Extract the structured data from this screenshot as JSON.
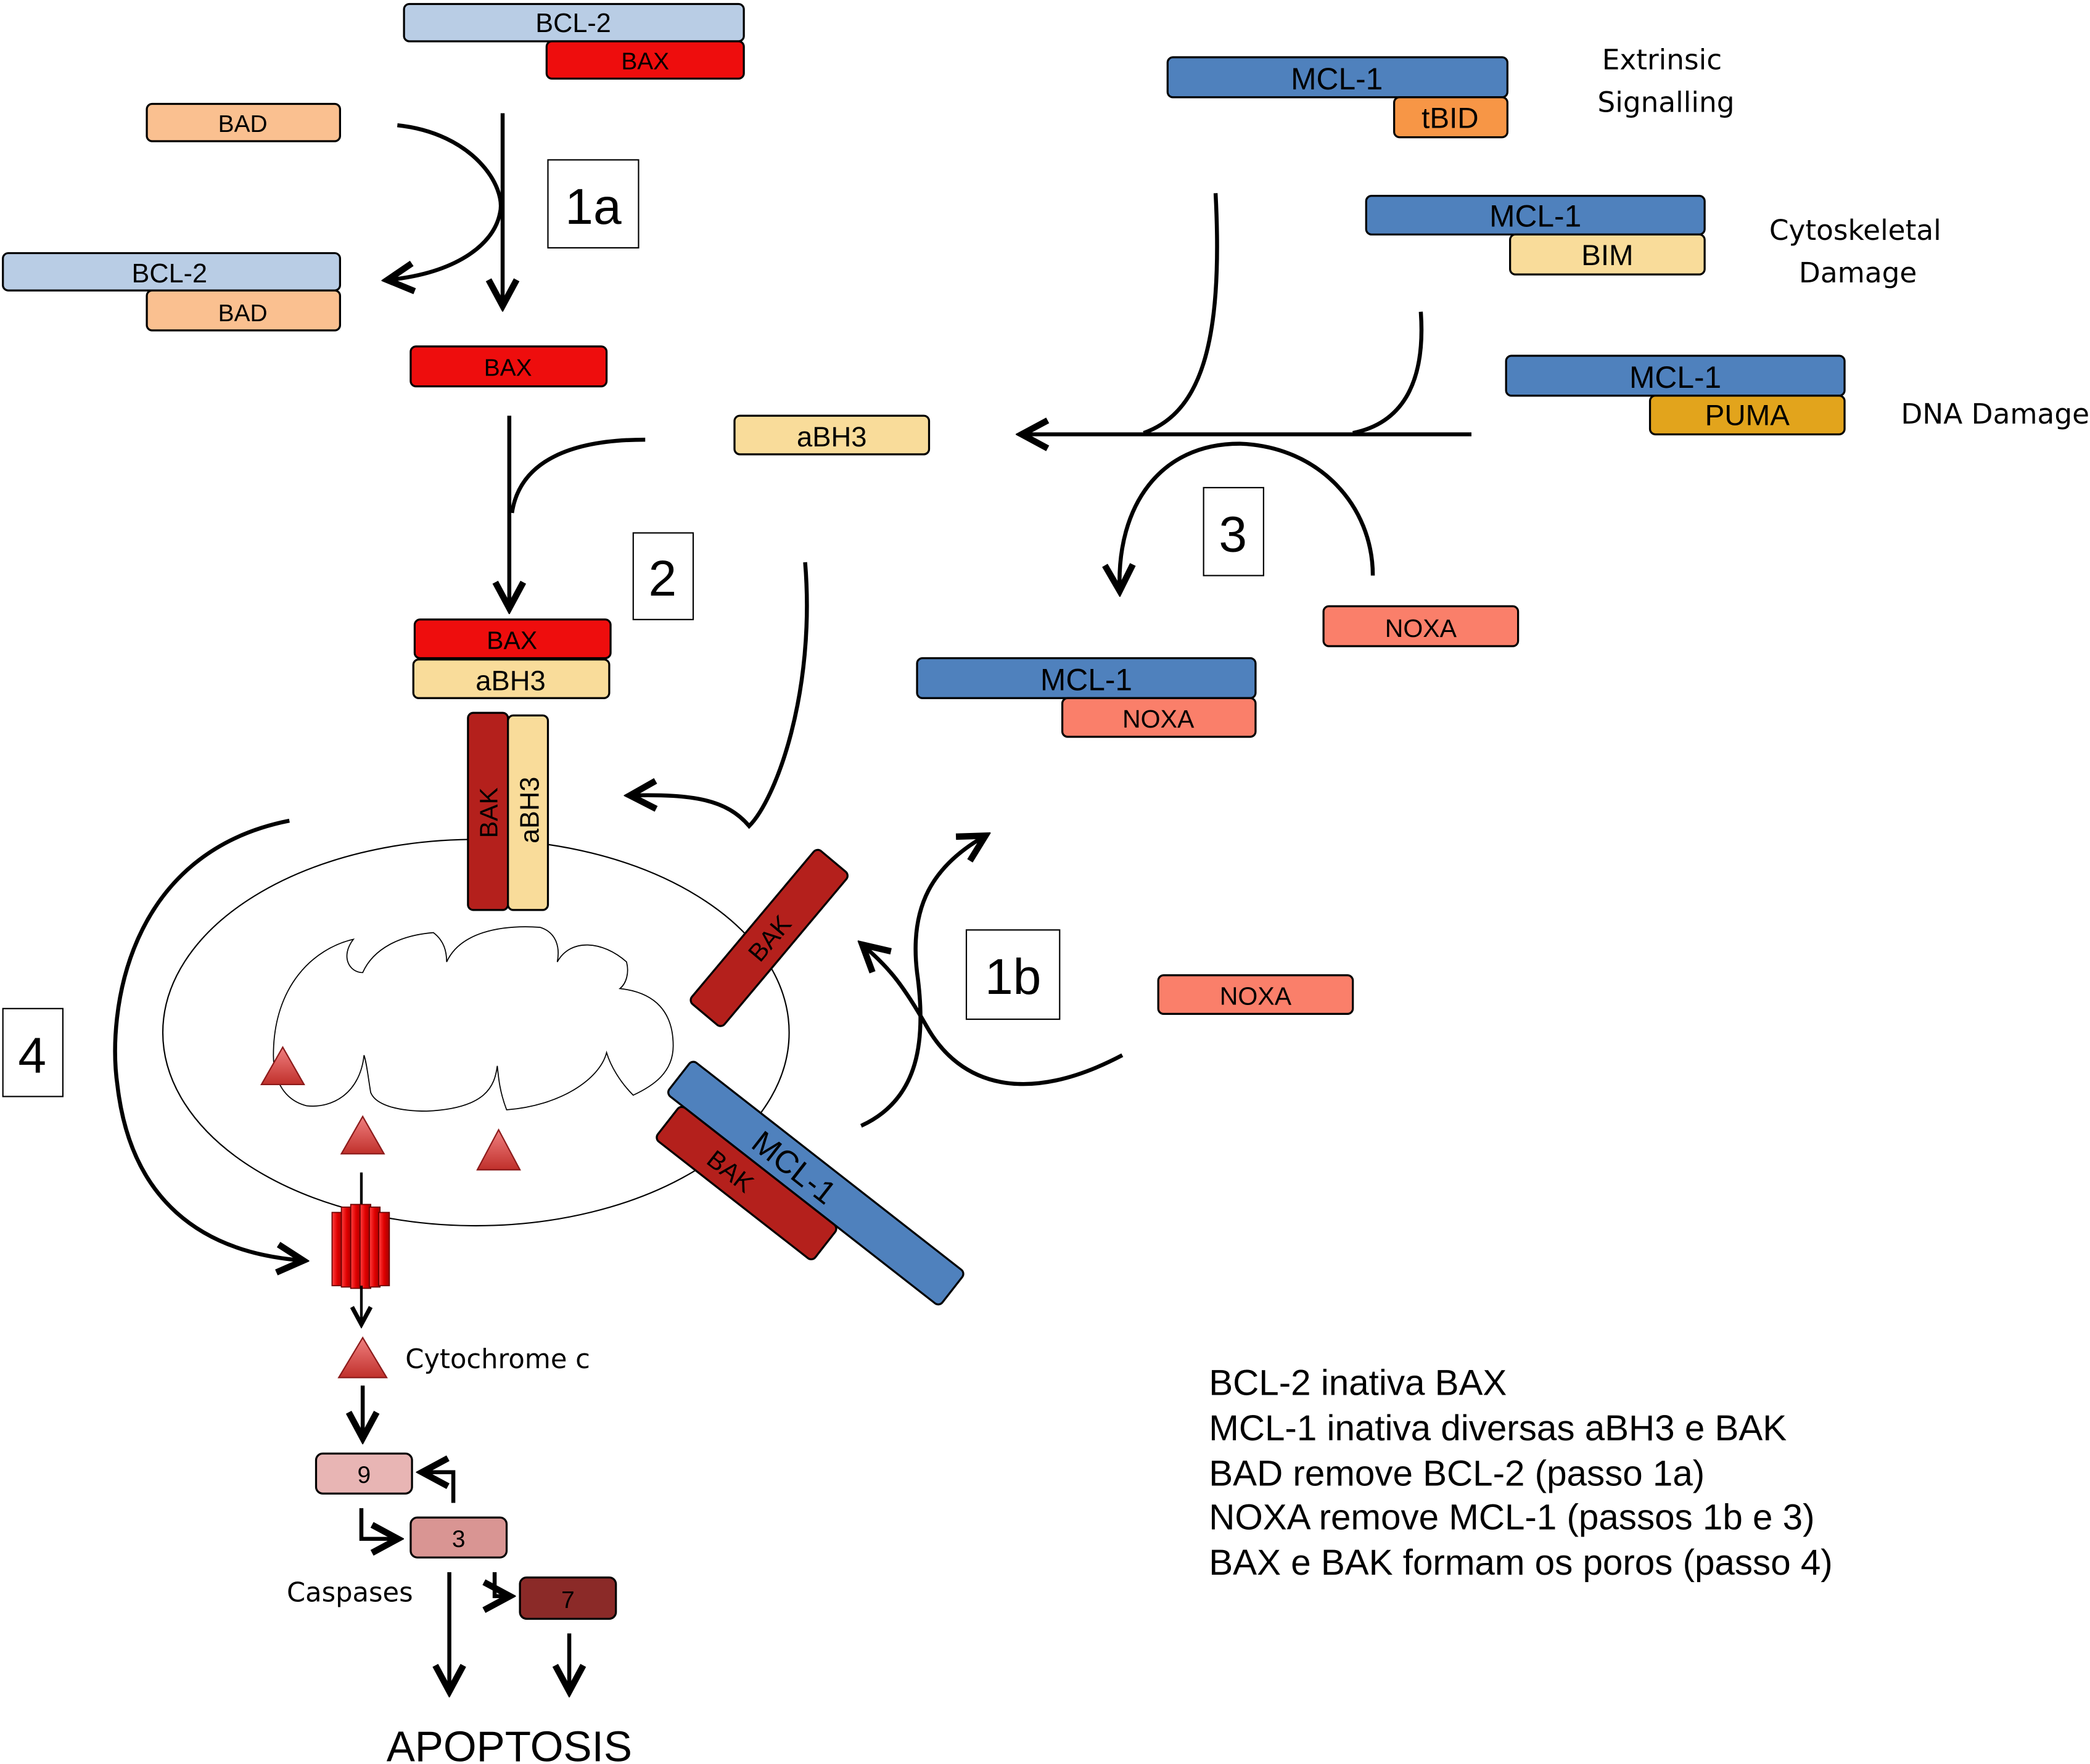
{
  "colors": {
    "bcl2": "#b9cde5",
    "bax": "#ee0d0d",
    "bad": "#fac090",
    "mcl1": "#4f81bd",
    "tbid": "#f79646",
    "bim": "#f9dc9a",
    "abh3": "#f9dc9a",
    "puma": "#e2a41c",
    "noxa": "#fa7f6a",
    "bak": "#b4201c",
    "caspase9": "#e8b5b4",
    "caspase3": "#d99593",
    "caspase7": "#8b2a28",
    "cytochrome": "#d9463f"
  },
  "proteins": {
    "bcl2_top": "BCL-2",
    "bax_top": "BAX",
    "bad_free": "BAD",
    "bcl2_complex": "BCL-2",
    "bad_complex": "BAD",
    "bax_free": "BAX",
    "abh3_free": "aBH3",
    "bax_bound": "BAX",
    "abh3_bound": "aBH3",
    "bak_vertical": "BAK",
    "abh3_vertical": "aBH3",
    "bak_membrane": "BAK",
    "bak_mcl1": "BAK",
    "mcl1_membrane": "MCL-1",
    "mcl1_tbid": "MCL-1",
    "tbid": "tBID",
    "mcl1_bim": "MCL-1",
    "bim": "BIM",
    "mcl1_puma": "MCL-1",
    "puma": "PUMA",
    "noxa_free_upper": "NOXA",
    "mcl1_noxa": "MCL-1",
    "noxa_complex": "NOXA",
    "noxa_free_lower": "NOXA"
  },
  "signals": {
    "extrinsic": [
      "Extrinsic",
      "Signalling"
    ],
    "cytoskeletal": [
      "Cytoskeletal",
      "Damage"
    ],
    "dna": "DNA Damage"
  },
  "steps": {
    "s1a": "1a",
    "s1b": "1b",
    "s2": "2",
    "s3": "3",
    "s4": "4"
  },
  "cascade": {
    "cytochrome": "Cytochrome c",
    "casp9": "9",
    "casp3": "3",
    "casp7": "7",
    "caspases": "Caspases",
    "apoptosis": "APOPTOSIS"
  },
  "legend": [
    "BCL-2 inativa BAX",
    "MCL-1 inativa diversas aBH3 e BAK",
    "BAD remove BCL-2 (passo 1a)",
    "NOXA remove MCL-1 (passos 1b e 3)",
    "BAX e BAK formam os poros (passo 4)"
  ]
}
